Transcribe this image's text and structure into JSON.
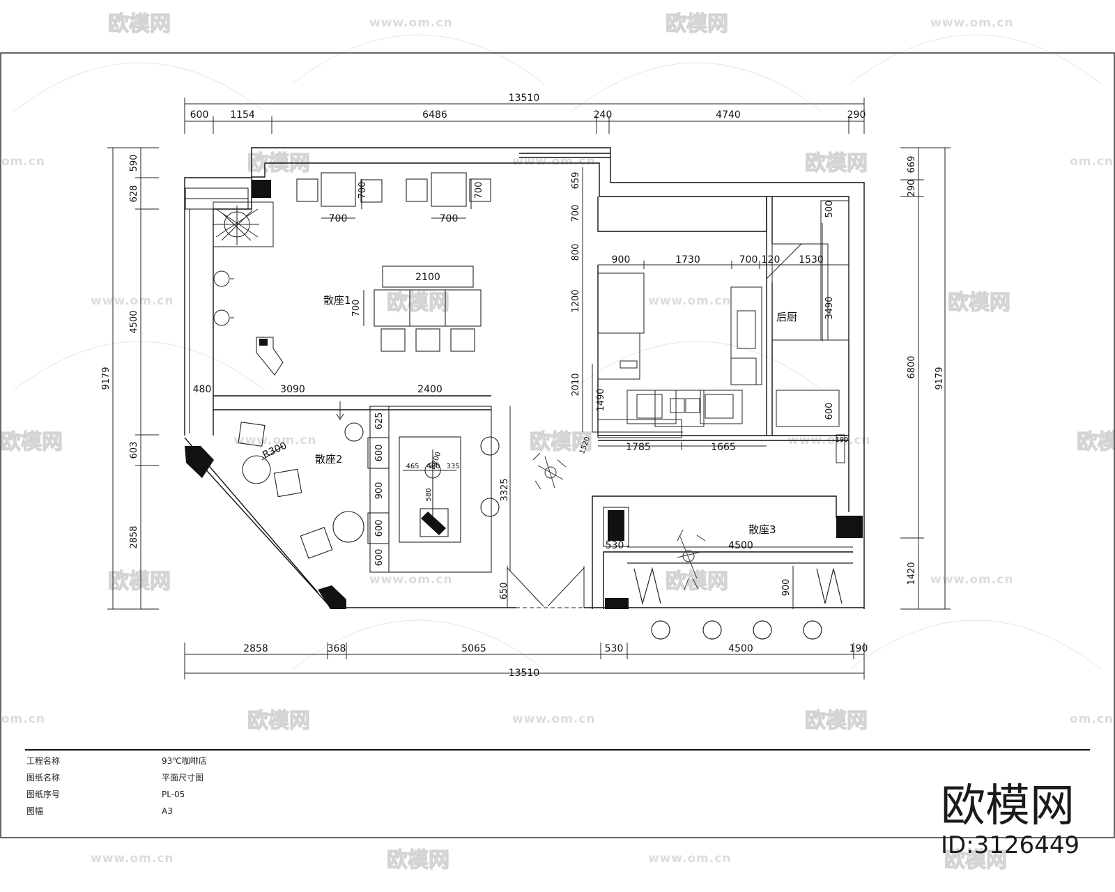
{
  "watermark": {
    "brand": "欧模网",
    "url": "www.om.cn",
    "url_short": "om.cn"
  },
  "brand": {
    "name": "欧模网",
    "id": "ID:3126449"
  },
  "rooms": {
    "seat1": "散座1",
    "seat2": "散座2",
    "seat3": "散座3",
    "kitchen": "后厨"
  },
  "dimensions": {
    "top": {
      "overall": "13510",
      "segments": [
        "600",
        "1154",
        "6486",
        "240",
        "4740",
        "290"
      ]
    },
    "bottom": {
      "overall": "13510",
      "segments": [
        "2858",
        "368",
        "5065",
        "530",
        "4500",
        "190"
      ]
    },
    "left": {
      "overall": "9179",
      "segments": [
        "590",
        "628",
        "4500",
        "603",
        "2858"
      ]
    },
    "right": {
      "overall": "9179",
      "segments": [
        "669",
        "290",
        "6800",
        "1420"
      ]
    },
    "interior": {
      "table_700_a": "700",
      "table_700_b": "700",
      "table_700_c": "700",
      "table_700_d": "700",
      "bar_2100": "2100",
      "bar_700": "700",
      "row_480": "480",
      "row_3090": "3090",
      "row_2400": "2400",
      "r300": "R300",
      "booth_625": "625",
      "booth_600_a": "600",
      "booth_900": "900",
      "booth_600_b": "600",
      "booth_600_c": "600",
      "booth_3325": "3325",
      "tbl_465": "465",
      "tbl_480": "480",
      "tbl_335": "335",
      "tbl_200": "R200",
      "tbl_580": "580",
      "door_650": "650",
      "k_900": "900",
      "k_1730": "1730",
      "k_700": "700",
      "k_120": "120",
      "k_1530": "1530",
      "k_659": "659",
      "k_700v": "700",
      "k_800": "800",
      "k_1200": "1200",
      "k_2010": "2010",
      "k_1490": "1490",
      "k_500": "500",
      "k_3490": "3490",
      "k_600": "600",
      "k_1785": "1785",
      "k_1665": "1665",
      "k_1520": "1520",
      "s3_530": "530",
      "s3_4500": "4500",
      "s3_900": "900",
      "s3_190": "190"
    }
  },
  "title_block": {
    "labels": [
      "工程名称",
      "图纸名称",
      "图纸序号",
      "图幅"
    ],
    "values": [
      "93℃咖啡店",
      "平面尺寸图",
      "PL-05",
      "A3"
    ]
  }
}
